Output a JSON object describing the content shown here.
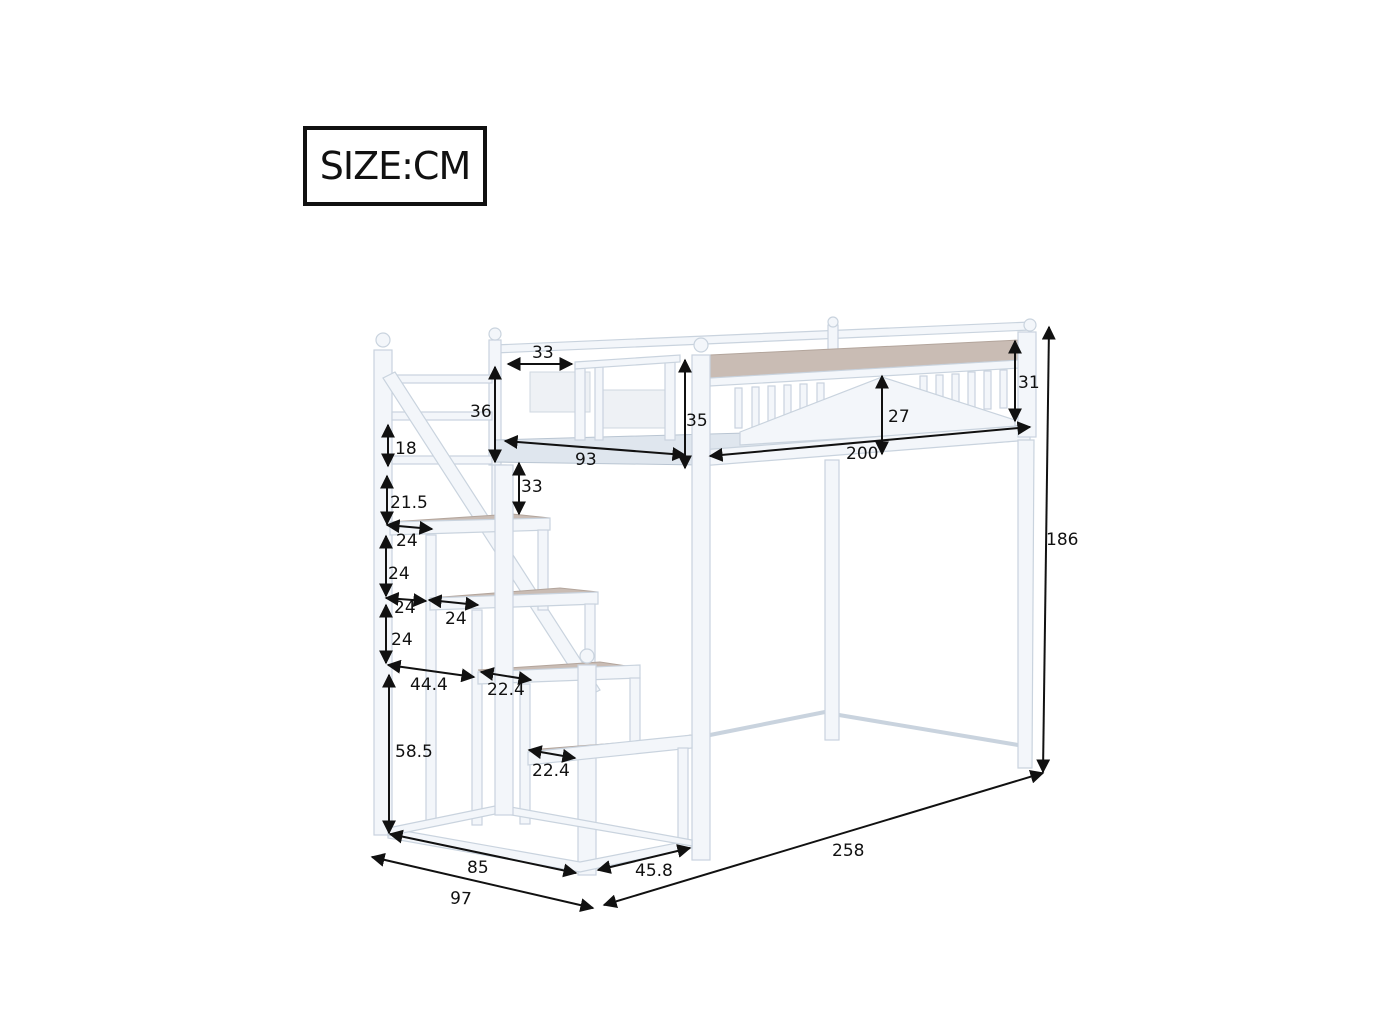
{
  "header": {
    "unit_label": "SIZE:CM"
  },
  "product": {
    "type": "loft-bed-with-stairs",
    "frame_color": "#f3f6fa",
    "wood_color": "#c9bcb4",
    "line_color": "#111111"
  },
  "dimensions": {
    "gate_opening_width": "33",
    "entry_rail_height": "36",
    "handrail_gap": "18",
    "handrail_to_step": "21.5",
    "top_step_to_platform": "33",
    "guardrail_side_height": "35",
    "entry_platform_length": "93",
    "bed_length": "200",
    "guardrail_center_height": "27",
    "headboard_height": "31",
    "total_height": "186",
    "step1_depth": "24",
    "step_rise_1": "24",
    "step_offset_left": "24",
    "step2_depth": "24",
    "step_rise_2": "24",
    "stair_offset": "44.4",
    "step3_depth": "22.4",
    "lower_cabinet_height": "58.5",
    "step4_depth": "22.4",
    "stair_base_length": "85",
    "stair_total_length": "97",
    "stair_width": "45.8",
    "total_length": "258"
  }
}
